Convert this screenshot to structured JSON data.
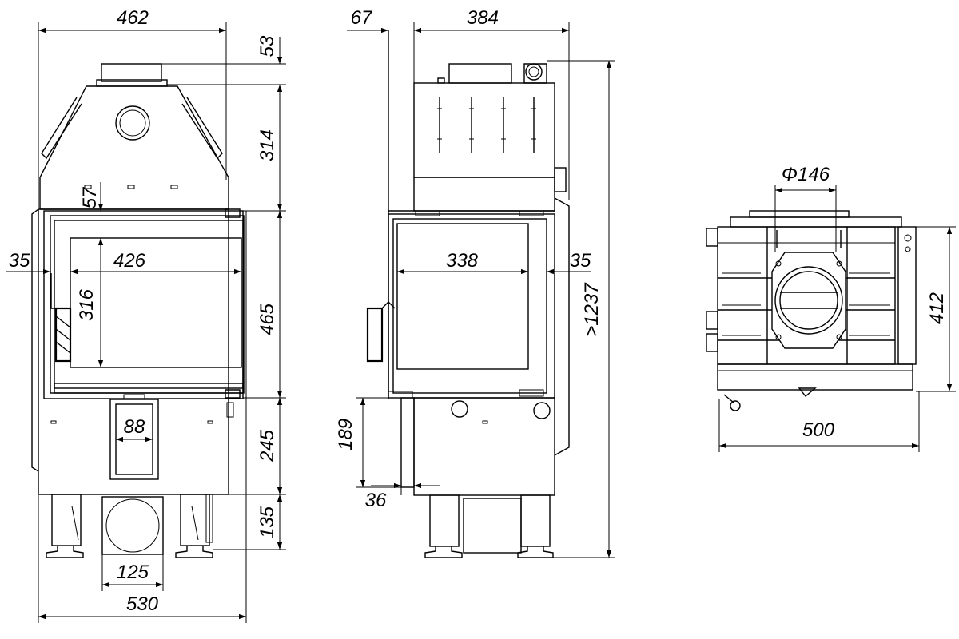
{
  "front_view": {
    "top_width": "462",
    "flue_height": "53",
    "hood_height": "314",
    "glass_top_offset": "57",
    "side_margin": "35",
    "glass_width": "426",
    "glass_height": "316",
    "door_height": "465",
    "grate_width": "88",
    "base_height": "245",
    "leg_height": "135",
    "inlet_width": "125",
    "total_width": "530"
  },
  "side_view": {
    "rear_offset": "67",
    "depth": "384",
    "side_margin": "35",
    "glass_depth": "338",
    "total_height": ">1237",
    "inlet_height": "189",
    "inlet_offset": "36"
  },
  "top_view": {
    "flue_diameter": "Φ146",
    "depth": "412",
    "width": "500"
  }
}
